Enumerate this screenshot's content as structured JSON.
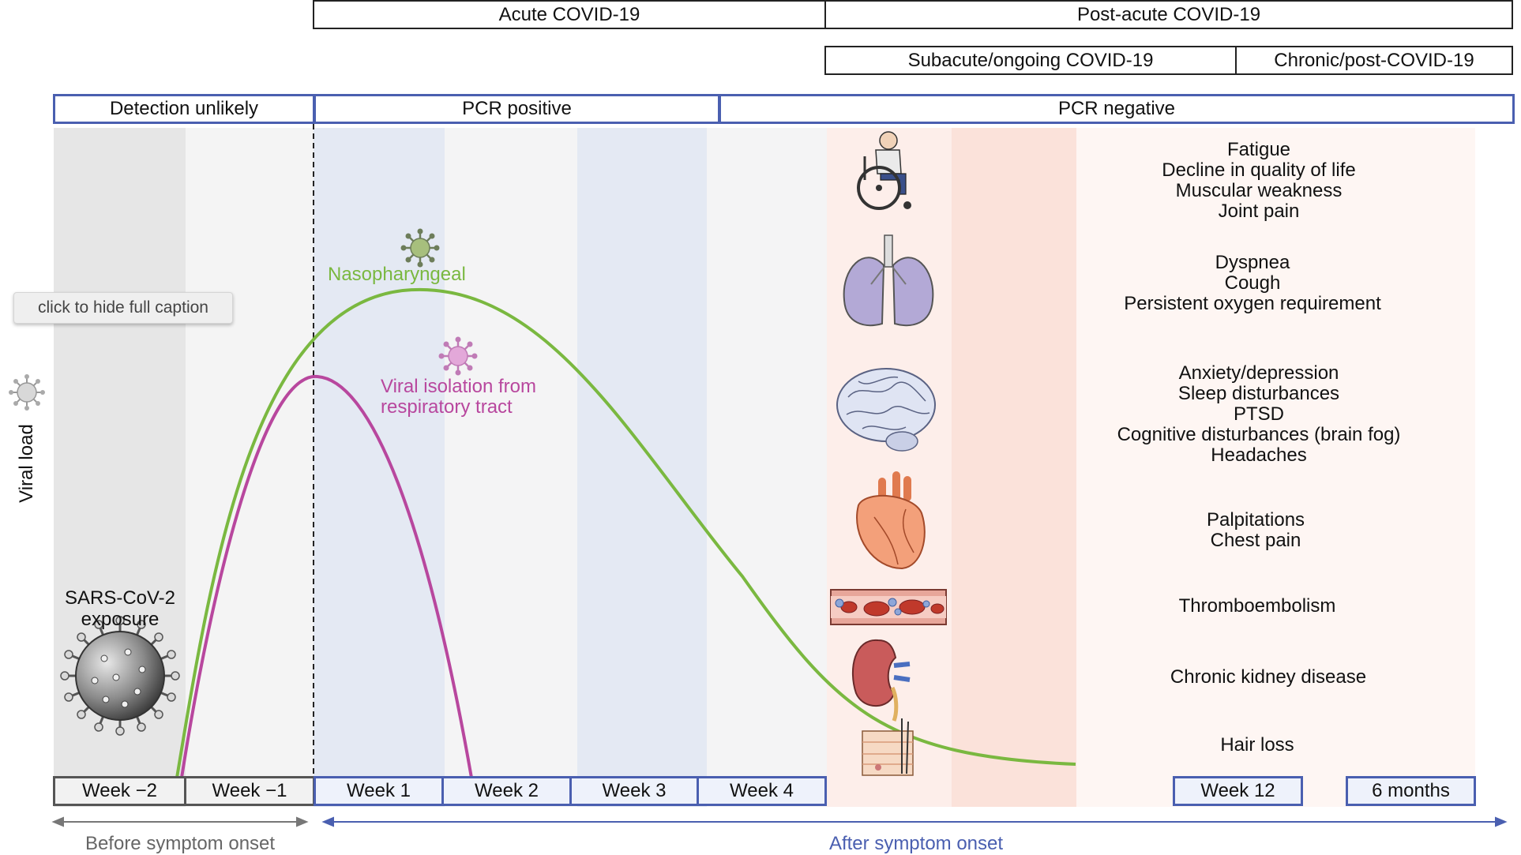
{
  "phases": {
    "acute": "Acute COVID-19",
    "post_acute": "Post-acute COVID-19",
    "subacute": "Subacute/ongoing COVID-19",
    "chronic": "Chronic/post-COVID-19"
  },
  "detection": {
    "unlikely": "Detection unlikely",
    "pcr_positive": "PCR positive",
    "pcr_negative": "PCR negative"
  },
  "weeks": [
    "Week −2",
    "Week −1",
    "Week 1",
    "Week 2",
    "Week 3",
    "Week 4",
    "Week 12",
    "6 months"
  ],
  "timeline": {
    "before": "Before symptom onset",
    "after": "After symptom onset"
  },
  "axis": {
    "ylabel": "Viral load"
  },
  "curves": {
    "nasopharyngeal": "Nasopharyngeal",
    "viral_isolation_line1": "Viral isolation from",
    "viral_isolation_line2": "respiratory tract"
  },
  "exposure": {
    "line1": "SARS-CoV-2",
    "line2": "exposure"
  },
  "caption_button": "click to hide full caption",
  "symptoms": {
    "general": [
      "Fatigue",
      "Decline in quality of life",
      "Muscular weakness",
      "Joint pain"
    ],
    "respiratory": [
      "Dyspnea",
      "Cough",
      "Persistent oxygen requirement"
    ],
    "neuro": [
      "Anxiety/depression",
      "Sleep disturbances",
      "PTSD",
      "Cognitive disturbances (brain fog)",
      "Headaches"
    ],
    "cardiac": [
      "Palpitations",
      "Chest pain"
    ],
    "vascular": [
      "Thromboembolism"
    ],
    "renal": [
      "Chronic kidney disease"
    ],
    "skin": [
      "Hair loss"
    ]
  },
  "icons": [
    "wheelchair-icon",
    "lungs-icon",
    "brain-icon",
    "heart-icon",
    "blood-vessel-icon",
    "kidney-icon",
    "skin-hair-icon",
    "virus-icon"
  ],
  "colors": {
    "nasopharyngeal": "#7ab840",
    "viral_isolation": "#b8479e",
    "blue_border": "#4a5fb0",
    "after_text": "#4a5fb0"
  }
}
